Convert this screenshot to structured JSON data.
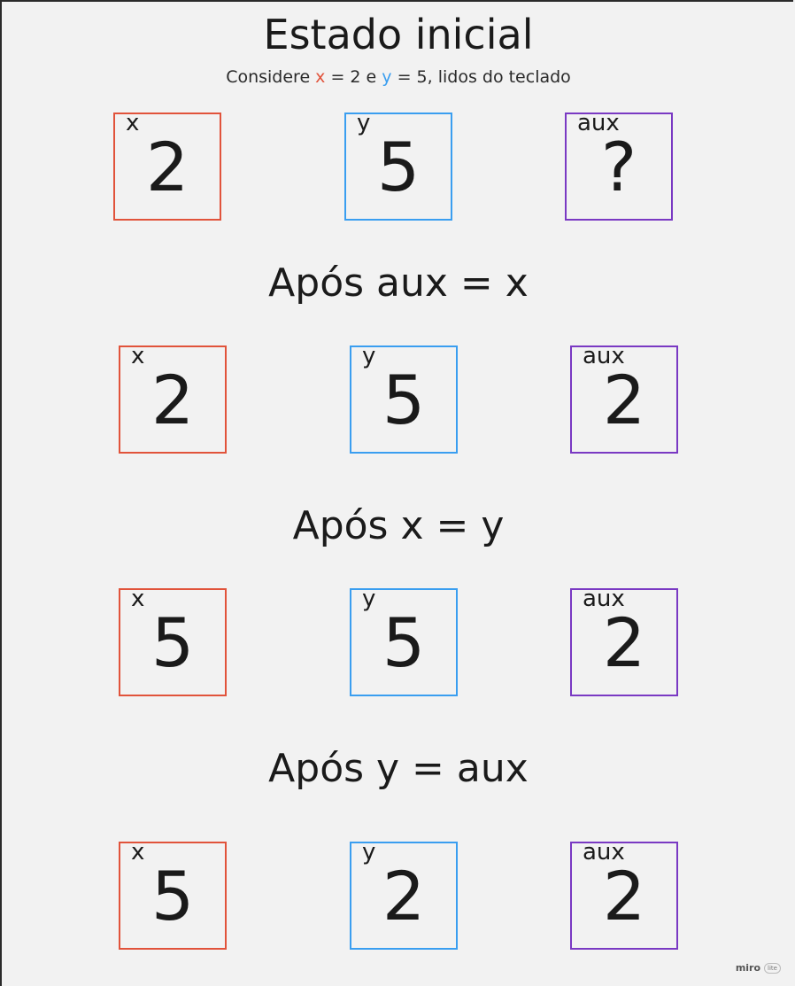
{
  "title": "Estado inicial",
  "subtitle": {
    "pre": "Considere ",
    "x_name": "x",
    "mid1": " = 2 e ",
    "y_name": "y",
    "mid2": " = 5, lidos do teclado"
  },
  "colors": {
    "x": "#e1533b",
    "y": "#3a9ef0",
    "aux": "#7a39c3"
  },
  "labels": {
    "x": "x",
    "y": "y",
    "aux": "aux"
  },
  "states": [
    {
      "values": {
        "x": "2",
        "y": "5",
        "aux": "?"
      }
    },
    {
      "heading": "Após aux = x",
      "values": {
        "x": "2",
        "y": "5",
        "aux": "2"
      }
    },
    {
      "heading": "Após x = y",
      "values": {
        "x": "5",
        "y": "5",
        "aux": "2"
      }
    },
    {
      "heading": "Após y = aux",
      "values": {
        "x": "5",
        "y": "2",
        "aux": "2"
      }
    }
  ],
  "logo": {
    "text": "miro",
    "tag": "lite"
  }
}
